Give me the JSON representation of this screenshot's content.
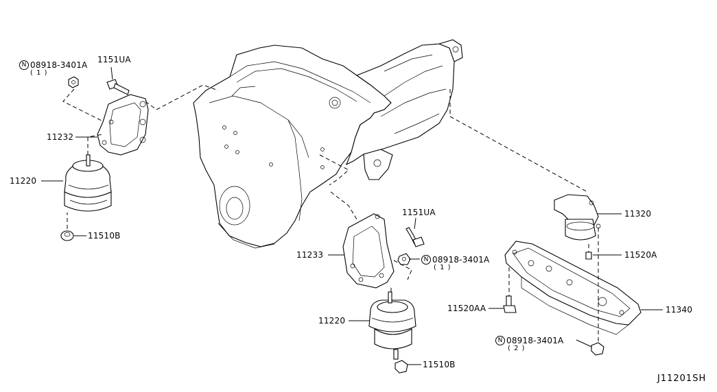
{
  "diagram": {
    "code": "J11201SH",
    "labels": {
      "nut_top_left": "08918-3401A",
      "nut_top_left_qty": "( 1 )",
      "bolt_top_left": "1151UA",
      "bracket_left": "11232",
      "insulator_left": "11220",
      "nut_bottom_left": "11510B",
      "bolt_center": "1151UA",
      "bracket_center": "11233",
      "nut_center": "08918-3401A",
      "nut_center_qty": "( 1 )",
      "insulator_center": "11220",
      "nut_bottom_center": "11510B",
      "rear_insulator": "11320",
      "bolt_rear": "11520A",
      "bolt_member": "11520AA",
      "rear_member": "11340",
      "nut_bottom_right": "08918-3401A",
      "nut_bottom_right_qty": "( 2 )"
    },
    "symbols": {
      "nut_marker": "N"
    }
  }
}
